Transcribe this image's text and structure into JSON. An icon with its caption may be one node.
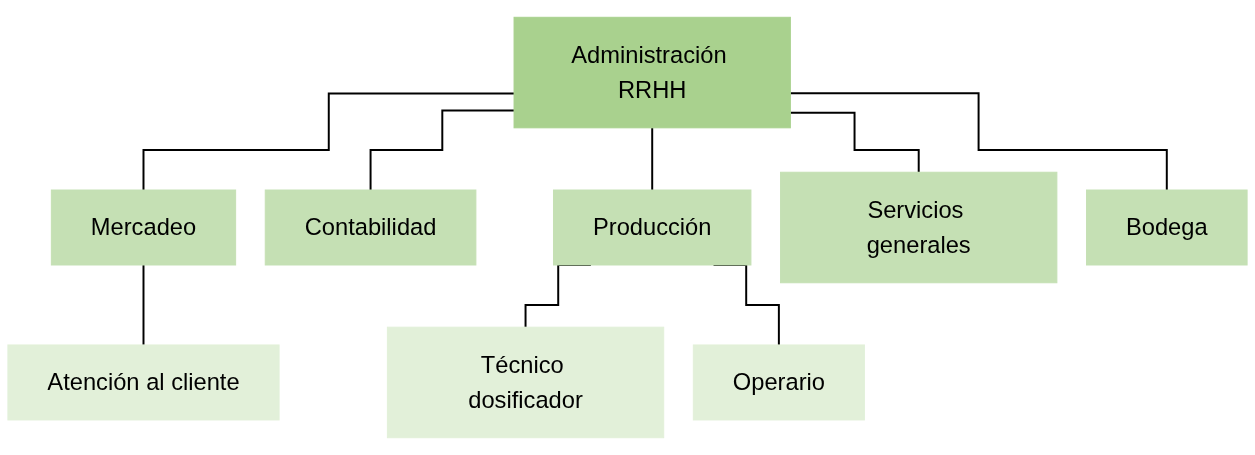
{
  "diagram": {
    "nodes": [
      {
        "text": [
          "Administración RRHH"
        ]
      },
      {
        "text": [
          "Mercadeo"
        ]
      },
      {
        "text": [
          "Contabilidad"
        ]
      },
      {
        "text": [
          "Producción"
        ]
      },
      {
        "text": [
          "Servicios generales"
        ]
      },
      {
        "text": [
          "Bodega"
        ]
      },
      {
        "text": [
          "Atención al cliente"
        ]
      },
      {
        "text": [
          "Técnico dosificador"
        ]
      },
      {
        "text": [
          "Operario"
        ]
      }
    ],
    "edges": [
      {
        "from": 0,
        "to": 1,
        "arrow": "none"
      },
      {
        "from": 0,
        "to": 2,
        "arrow": "none"
      },
      {
        "from": 0,
        "to": 3,
        "arrow": "none"
      },
      {
        "from": 0,
        "to": 4,
        "arrow": "none"
      },
      {
        "from": 0,
        "to": 5,
        "arrow": "none"
      },
      {
        "from": 1,
        "to": 6,
        "arrow": "none"
      },
      {
        "from": 3,
        "to": 7,
        "arrow": "none"
      },
      {
        "from": 3,
        "to": 8,
        "arrow": "none"
      }
    ]
  }
}
